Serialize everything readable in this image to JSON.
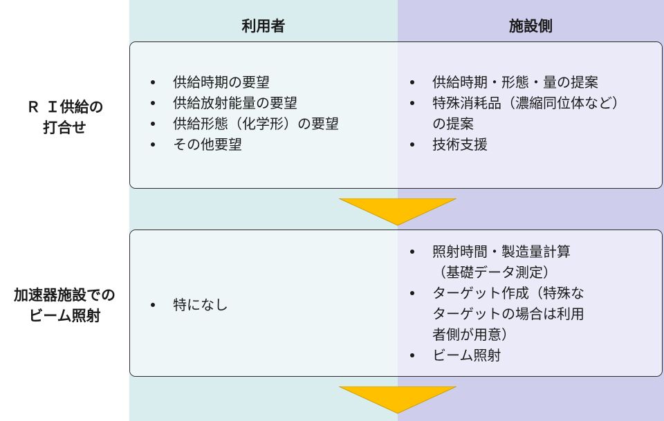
{
  "columns": {
    "user": "利用者",
    "facility": "施設側"
  },
  "rows": [
    {
      "label_lines": [
        "Ｒ Ｉ供給の",
        "打合せ"
      ],
      "user_items": [
        "供給時期の要望",
        "供給放射能量の要望",
        "供給形態（化学形）の要望",
        "その他要望"
      ],
      "facility_items": [
        [
          "供給時期・形態・量の提案"
        ],
        [
          "特殊消耗品（濃縮同位体など）",
          "の提案"
        ],
        [
          "技術支援"
        ]
      ]
    },
    {
      "label_lines": [
        "加速器施設での",
        "ビーム照射"
      ],
      "user_items": [
        "特になし"
      ],
      "facility_items": [
        [
          "照射時間・製造量計算",
          "（基礎データ測定）"
        ],
        [
          "ターゲット作成（特殊な",
          "ターゲットの場合は利用",
          "者側が用意）"
        ],
        [
          "ビーム照射"
        ]
      ]
    }
  ],
  "colors": {
    "user_column": "#d9ecee",
    "facility_column": "#cfcdec",
    "arrow": "#ffc000"
  }
}
